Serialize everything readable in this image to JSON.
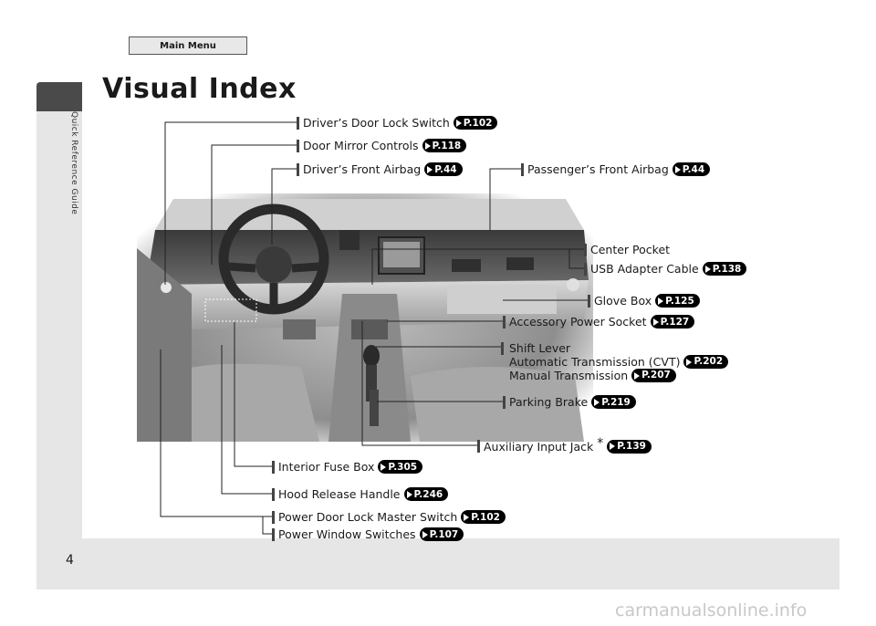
{
  "main_menu_label": "Main Menu",
  "page_title": "Visual Index",
  "side_label": "Quick Reference Guide",
  "page_number": "4",
  "watermark": "carmanualsonline.info",
  "callouts": {
    "door_lock_switch": {
      "label": "Driver’s Door Lock Switch",
      "page": "P.102"
    },
    "mirror_controls": {
      "label": "Door Mirror Controls",
      "page": "P.118"
    },
    "driver_airbag": {
      "label": "Driver’s Front Airbag",
      "page": "P.44"
    },
    "passenger_airbag": {
      "label": "Passenger’s Front Airbag",
      "page": "P.44"
    },
    "center_pocket": {
      "label": "Center Pocket"
    },
    "usb_cable": {
      "label": "USB Adapter Cable",
      "page": "P.138"
    },
    "glove_box": {
      "label": "Glove Box",
      "page": "P.125"
    },
    "accessory_socket": {
      "label": "Accessory Power Socket",
      "page": "P.127"
    },
    "shift_lever": {
      "label": "Shift Lever",
      "cvt_label": "Automatic Transmission (CVT)",
      "cvt_page": "P.202",
      "manual_label": "Manual Transmission",
      "manual_page": "P.207"
    },
    "parking_brake": {
      "label": "Parking Brake",
      "page": "P.219"
    },
    "aux_jack": {
      "label": "Auxiliary Input Jack",
      "star": "*",
      "page": "P.139"
    },
    "fuse_box": {
      "label": "Interior Fuse Box",
      "page": "P.305"
    },
    "hood_release": {
      "label": "Hood Release Handle",
      "page": "P.246"
    },
    "power_lock": {
      "label": "Power Door Lock Master Switch",
      "page": "P.102"
    },
    "power_windows": {
      "label": "Power Window Switches",
      "page": "P.107"
    }
  },
  "colors": {
    "ref_badge": "#000000",
    "panel": "#e6e6e6",
    "tab": "#4a4a4a"
  },
  "icons": {
    "ref_arrow": "arrow-right-icon"
  }
}
